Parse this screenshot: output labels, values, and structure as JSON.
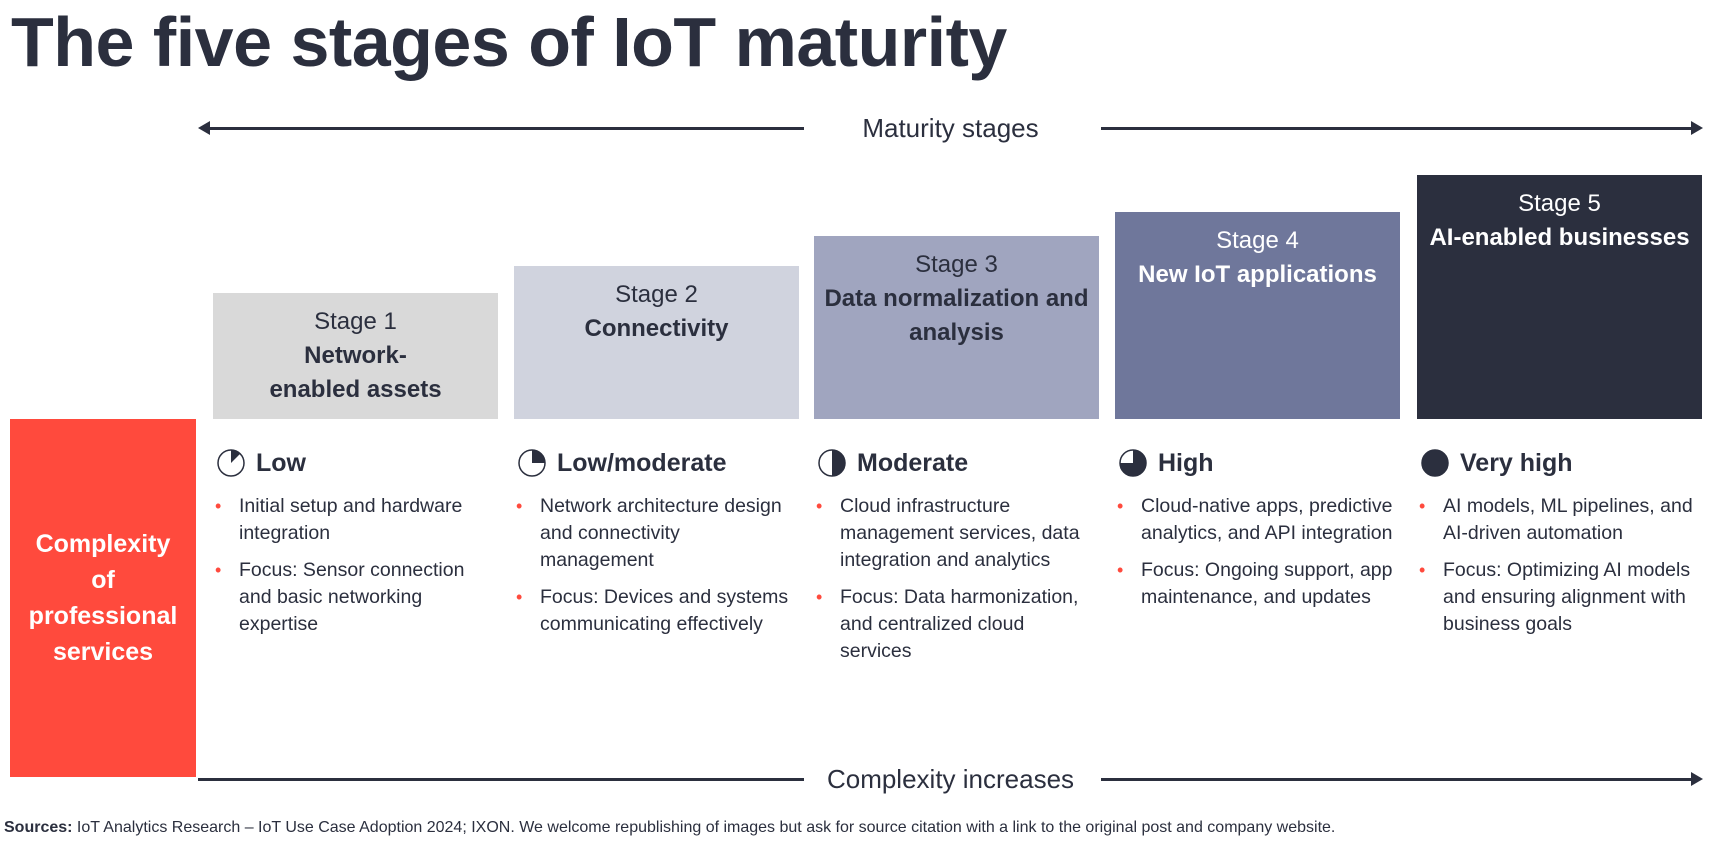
{
  "title": "The five stages of IoT maturity",
  "top_axis": {
    "label": "Maturity stages"
  },
  "bottom_axis": {
    "label": "Complexity increases"
  },
  "row_label": "Complexity of professional services",
  "colors": {
    "red": "#ff4a3d",
    "dark": "#2b2f3e"
  },
  "stages": [
    {
      "number": "Stage 1",
      "name": "Network-enabled assets",
      "color": "#d9d9d9",
      "text_color": "#2b2f3e",
      "level": "Low",
      "level_fraction": 0.125,
      "bullets": [
        "Initial setup and hardware integration",
        "Focus: Sensor connection and basic networking expertise"
      ]
    },
    {
      "number": "Stage 2",
      "name": "Connectivity",
      "color": "#d0d3de",
      "text_color": "#2b2f3e",
      "level": "Low/moderate",
      "level_fraction": 0.25,
      "bullets": [
        "Network architecture design and connectivity management",
        "Focus: Devices and systems communicating effectively"
      ]
    },
    {
      "number": "Stage 3",
      "name": "Data normalization and analysis",
      "color": "#a0a5bf",
      "text_color": "#2b2f3e",
      "level": "Moderate",
      "level_fraction": 0.5,
      "bullets": [
        "Cloud infrastructure management services, data integration and analytics",
        "Focus: Data harmonization, and centralized cloud services"
      ]
    },
    {
      "number": "Stage 4",
      "name": "New IoT applications",
      "color": "#6f779b",
      "text_color": "#ffffff",
      "level": "High",
      "level_fraction": 0.75,
      "bullets": [
        "Cloud-native apps, predictive analytics, and API integration",
        "Focus: Ongoing support, app maintenance, and updates"
      ]
    },
    {
      "number": "Stage 5",
      "name": "AI-enabled businesses",
      "color": "#2b2f3e",
      "text_color": "#ffffff",
      "level": "Very high",
      "level_fraction": 1,
      "bullets": [
        "AI models, ML pipelines, and AI-driven automation",
        "Focus: Optimizing AI models and ensuring alignment with business goals"
      ]
    }
  ],
  "footer": {
    "label": "Sources:",
    "text": " IoT Analytics Research – IoT Use Case Adoption 2024; IXON. We welcome republishing of images but ask for source citation with a link to the original post and company website."
  }
}
